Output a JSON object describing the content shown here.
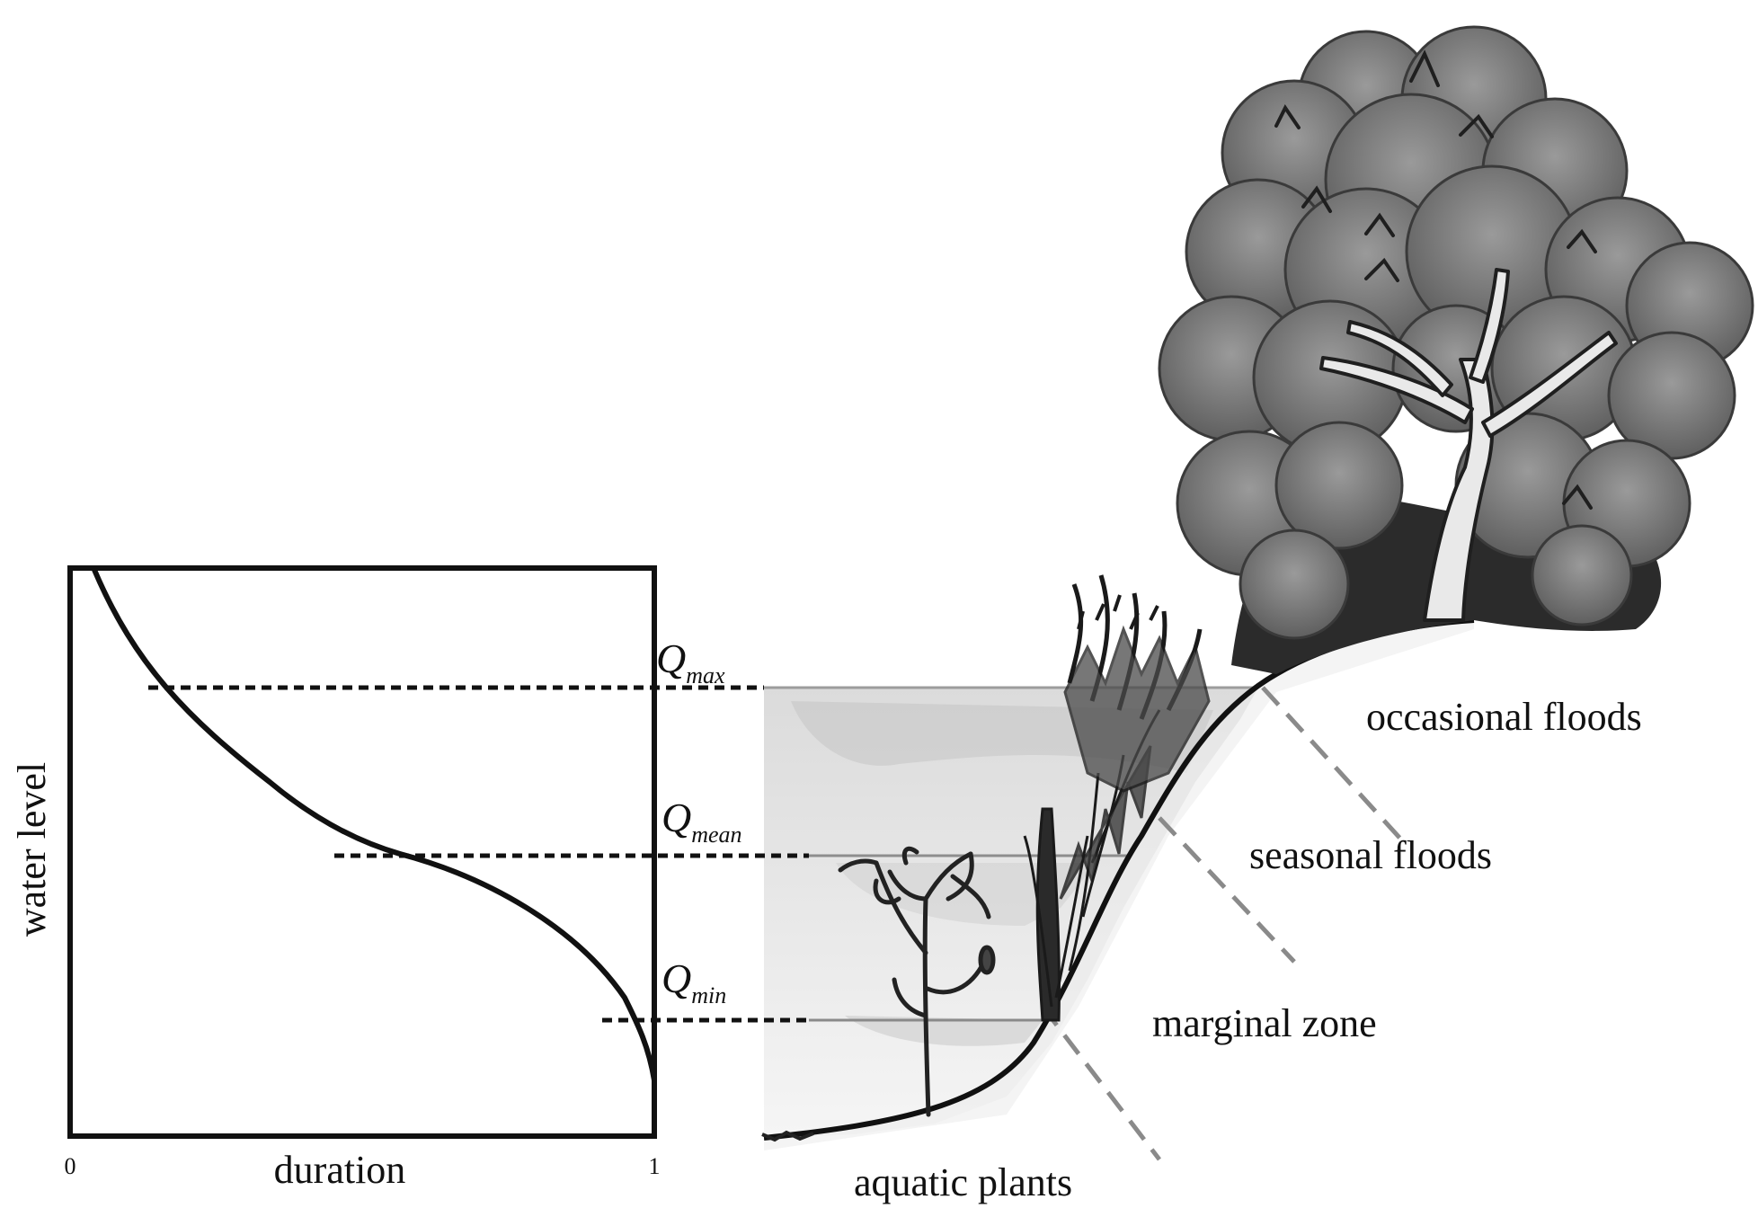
{
  "graph": {
    "y_axis_label": "water level",
    "x_axis_label": "duration",
    "x_min_label": "0",
    "x_max_label": "1"
  },
  "levels": {
    "max": {
      "symbol": "Q",
      "subscript": "max"
    },
    "mean": {
      "symbol": "Q",
      "subscript": "mean"
    },
    "min": {
      "symbol": "Q",
      "subscript": "min"
    }
  },
  "zones": {
    "occasional": "occasional floods",
    "seasonal": "seasonal floods",
    "marginal": "marginal zone",
    "aquatic": "aquatic plants"
  },
  "colors": {
    "ink": "#111111",
    "water": "#c9c9c9",
    "foliage": "#6f6f6f",
    "foliage_light": "#9a9a9a",
    "bank": "#e6e6e6"
  },
  "icons": {
    "tree": "tree-illustration",
    "plants": "marginal-plants-illustration"
  }
}
